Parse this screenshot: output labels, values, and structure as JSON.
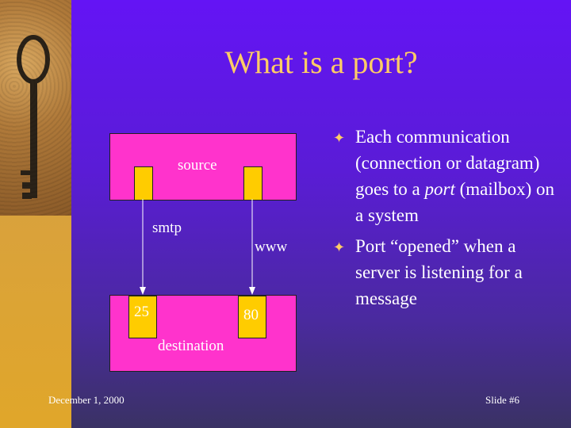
{
  "title": "What is a port?",
  "diagram": {
    "source_label": "source",
    "destination_label": "destination",
    "port_left": "25",
    "port_right": "80",
    "arrow_left_label": "smtp",
    "arrow_right_label": "www"
  },
  "bullets": {
    "b1_part1": "Each communication (connection or datagram) goes to a ",
    "b1_italic": "port",
    "b1_part2": " (mailbox) on a system",
    "b2": "Port “opened” when a server is listening for a message",
    "bullet_icon": "four-point-star-icon"
  },
  "footer": {
    "date": "December 1, 2000",
    "slide": "Slide #6"
  },
  "colors": {
    "background": "#6414f5",
    "title": "#ffcc66",
    "box": "#ff33cc",
    "port": "#ffcc00"
  }
}
